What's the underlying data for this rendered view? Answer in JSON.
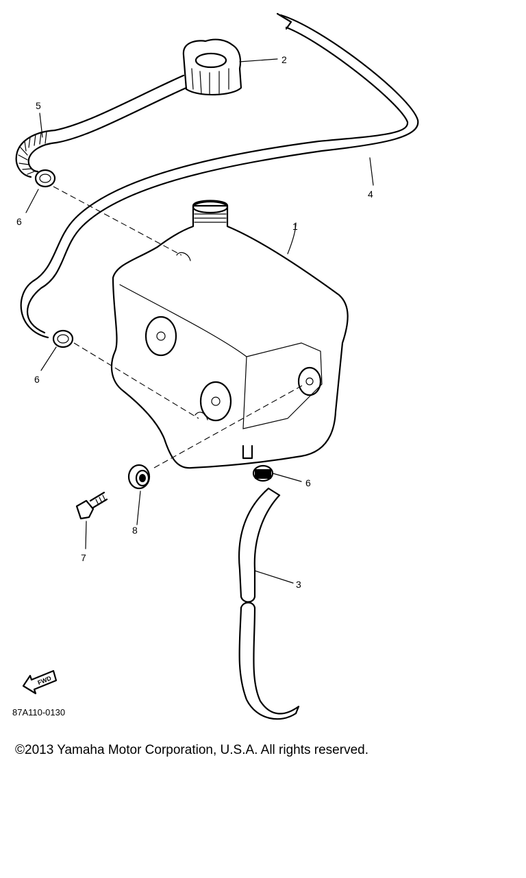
{
  "diagram": {
    "callouts": [
      {
        "id": "1",
        "label": "1"
      },
      {
        "id": "2",
        "label": "2"
      },
      {
        "id": "3",
        "label": "3"
      },
      {
        "id": "4",
        "label": "4"
      },
      {
        "id": "5",
        "label": "5"
      },
      {
        "id": "6a",
        "label": "6"
      },
      {
        "id": "6b",
        "label": "6"
      },
      {
        "id": "6c",
        "label": "6"
      },
      {
        "id": "7",
        "label": "7"
      },
      {
        "id": "8",
        "label": "8"
      }
    ],
    "fwd_label": "FWD",
    "part_code": "87A110-0130"
  },
  "footer": {
    "copyright": "©2013 Yamaha Motor Corporation, U.S.A. All rights reserved."
  }
}
